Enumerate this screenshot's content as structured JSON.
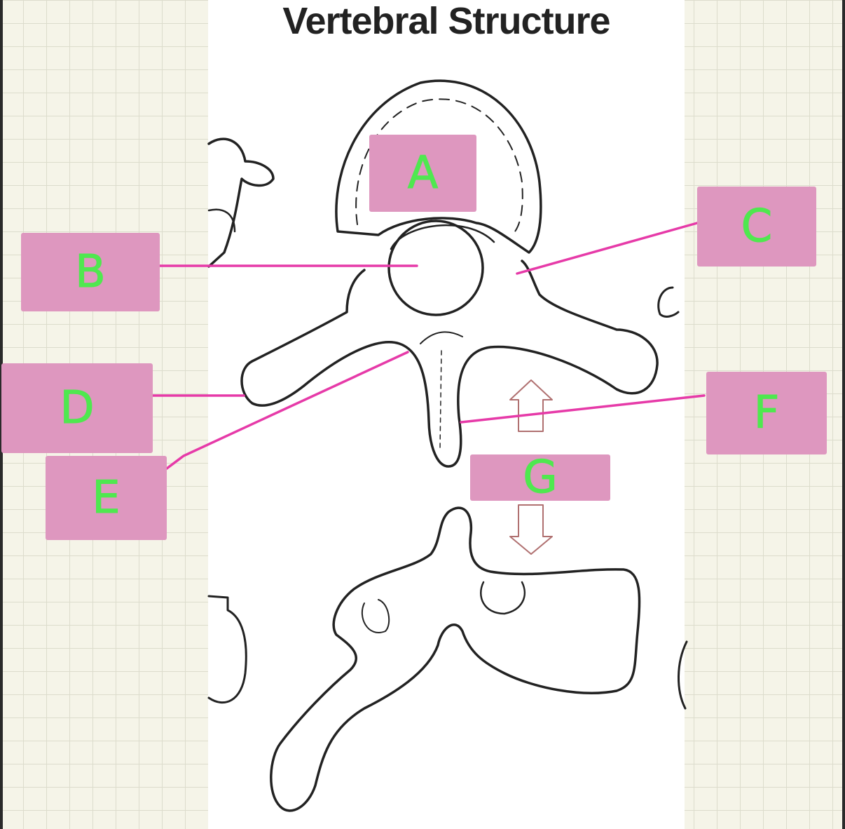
{
  "title": "Vertebral Structure",
  "labels": {
    "a": "A",
    "b": "B",
    "c": "C",
    "d": "D",
    "e": "E",
    "f": "F",
    "g": "G"
  },
  "colors": {
    "label_box": "#de97bf",
    "label_text": "#4fe84f",
    "leader_line": "#e63aa8",
    "bone_outline": "#222222",
    "grid_background": "#f5f4e8"
  }
}
